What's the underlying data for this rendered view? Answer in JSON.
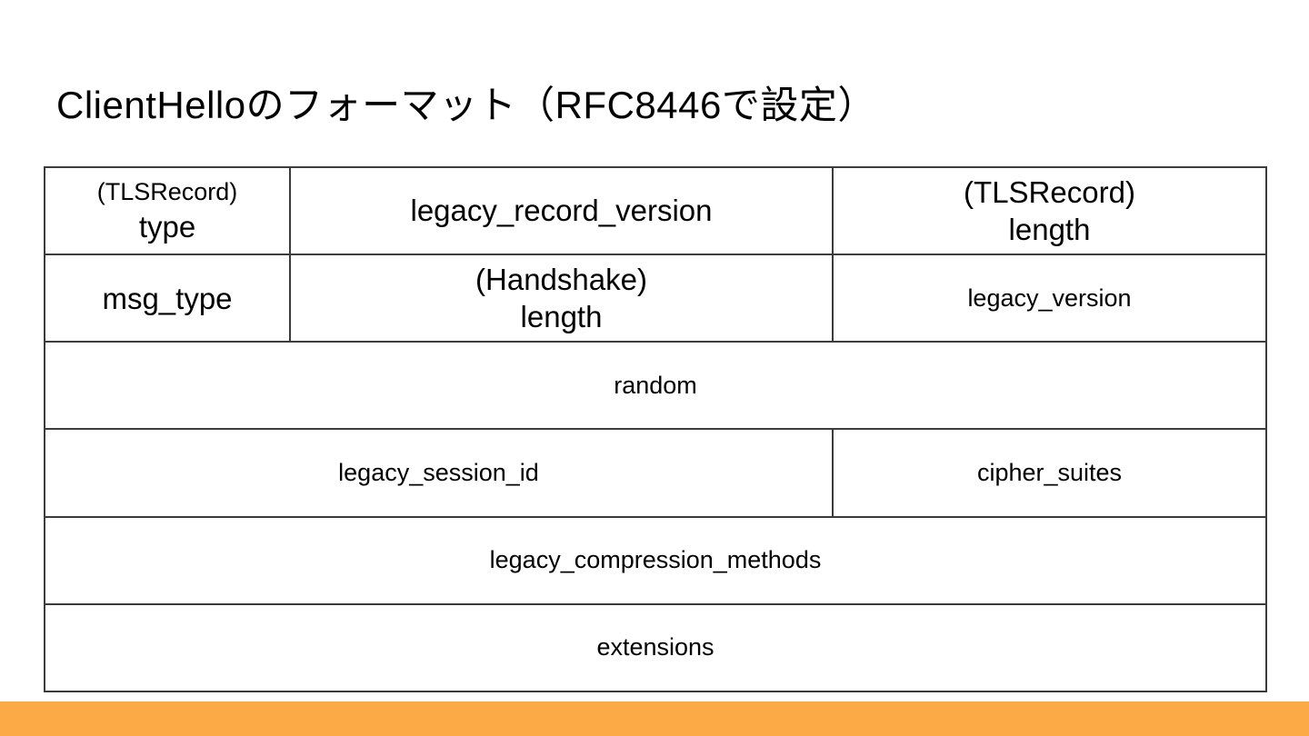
{
  "title": "ClientHelloのフォーマット（RFC8446で設定）",
  "colors": {
    "accent_bar": "#FBAA45",
    "table_border": "#3c3c3c",
    "text": "#000000",
    "background": "#ffffff"
  },
  "table": {
    "rows": [
      {
        "cells": [
          {
            "field": "tlsrecord-type",
            "lines": [
              "(TLSRecord)",
              "type"
            ]
          },
          {
            "field": "legacy-record-version",
            "lines": [
              "legacy_record_version"
            ]
          },
          {
            "field": "tlsrecord-length",
            "lines": [
              "(TLSRecord)",
              "length"
            ]
          }
        ]
      },
      {
        "cells": [
          {
            "field": "msg-type",
            "lines": [
              "msg_type"
            ]
          },
          {
            "field": "handshake-length",
            "lines": [
              "(Handshake)",
              "length"
            ]
          },
          {
            "field": "legacy-version",
            "lines": [
              "legacy_version"
            ]
          }
        ]
      },
      {
        "cells": [
          {
            "field": "random",
            "lines": [
              "random"
            ]
          }
        ]
      },
      {
        "cells": [
          {
            "field": "legacy-session-id",
            "lines": [
              "legacy_session_id"
            ]
          },
          {
            "field": "cipher-suites",
            "lines": [
              "cipher_suites"
            ]
          }
        ]
      },
      {
        "cells": [
          {
            "field": "legacy-compression-methods",
            "lines": [
              "legacy_compression_methods"
            ]
          }
        ]
      },
      {
        "cells": [
          {
            "field": "extensions",
            "lines": [
              "extensions"
            ]
          }
        ]
      }
    ]
  }
}
